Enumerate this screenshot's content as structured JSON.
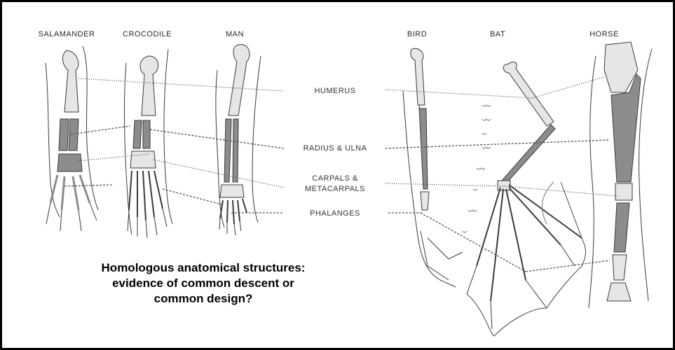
{
  "species": [
    {
      "id": "salamander",
      "label": "SALAMANDER"
    },
    {
      "id": "crocodile",
      "label": "CROCODILE"
    },
    {
      "id": "man",
      "label": "MAN"
    },
    {
      "id": "bird",
      "label": "BIRD"
    },
    {
      "id": "bat",
      "label": "BAT"
    },
    {
      "id": "horse",
      "label": "HORSE"
    }
  ],
  "bones": [
    {
      "id": "humerus",
      "label": "HUMERUS"
    },
    {
      "id": "radius_ulna",
      "label": "RADIUS & ULNA"
    },
    {
      "id": "carpals",
      "label_line1": "CARPALS &",
      "label_line2": "METACARPALS"
    },
    {
      "id": "phalanges",
      "label": "PHALANGES"
    }
  ],
  "caption": {
    "line1": "Homologous anatomical structures:",
    "line2": "evidence of common descent or",
    "line3": "common design?"
  },
  "colors": {
    "light_bone": "#e6e6e6",
    "dark_bone": "#8c8c8c",
    "outline": "#3a3a3a",
    "leader_line": "#555555",
    "border": "#000000"
  }
}
